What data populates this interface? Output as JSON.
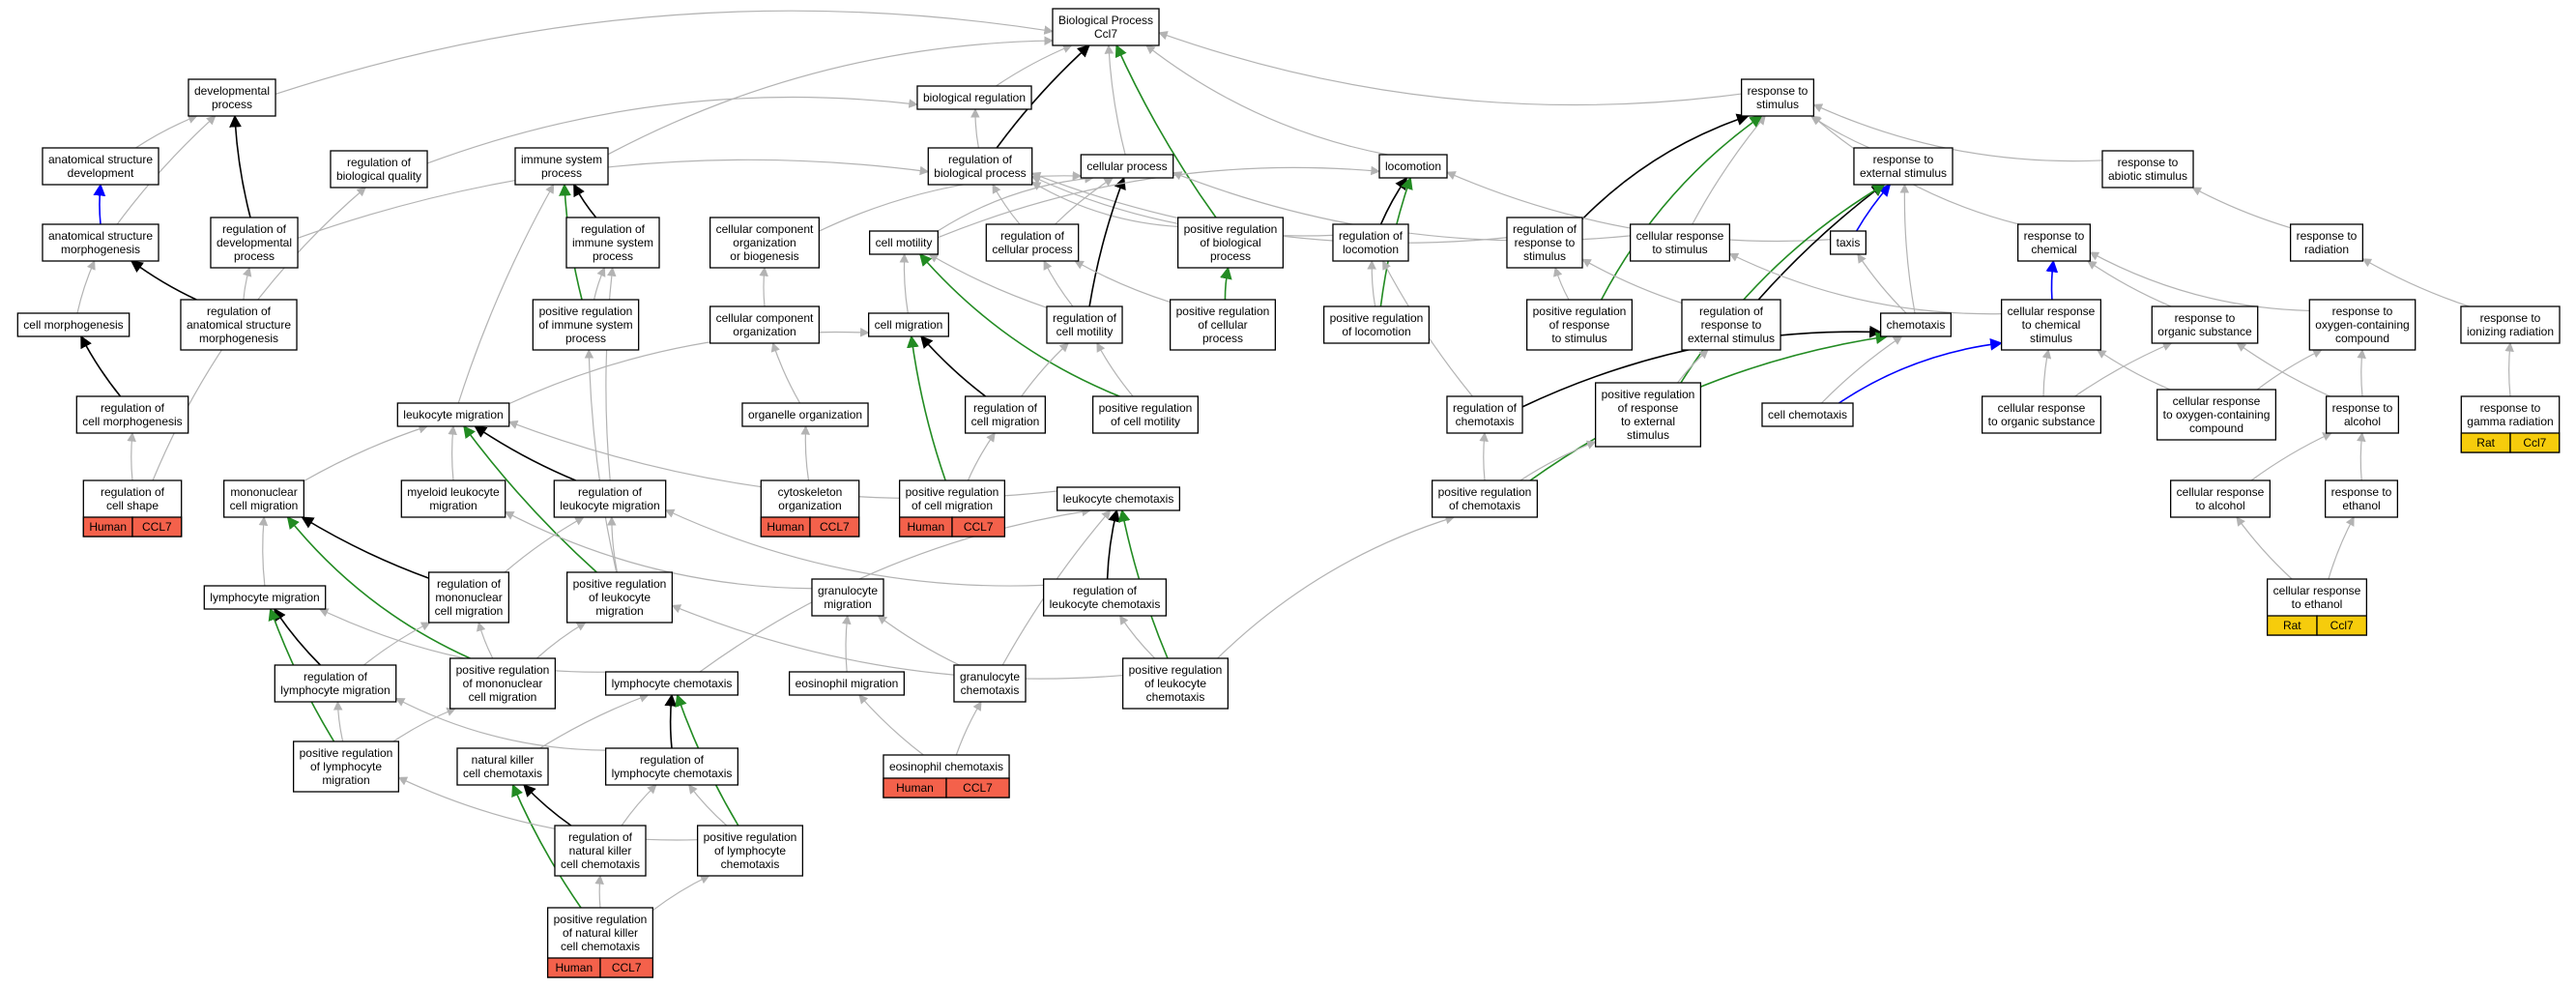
{
  "graph": {
    "nodes": [
      {
        "id": "bp",
        "lines": [
          "Biological Process",
          "Ccl7"
        ]
      },
      {
        "id": "dev",
        "lines": [
          "developmental",
          "process"
        ]
      },
      {
        "id": "breg",
        "lines": [
          "biological regulation"
        ]
      },
      {
        "id": "resp",
        "lines": [
          "response to",
          "stimulus"
        ]
      },
      {
        "id": "asdev",
        "lines": [
          "anatomical structure",
          "development"
        ]
      },
      {
        "id": "rbq",
        "lines": [
          "regulation of",
          "biological quality"
        ]
      },
      {
        "id": "isp",
        "lines": [
          "immune system",
          "process"
        ]
      },
      {
        "id": "rbp",
        "lines": [
          "regulation of",
          "biological process"
        ]
      },
      {
        "id": "cp",
        "lines": [
          "cellular process"
        ]
      },
      {
        "id": "loc",
        "lines": [
          "locomotion"
        ]
      },
      {
        "id": "res",
        "lines": [
          "response to",
          "external stimulus"
        ]
      },
      {
        "id": "ras",
        "lines": [
          "response to",
          "abiotic stimulus"
        ]
      },
      {
        "id": "asm",
        "lines": [
          "anatomical structure",
          "morphogenesis"
        ]
      },
      {
        "id": "rdp",
        "lines": [
          "regulation of",
          "developmental",
          "process"
        ]
      },
      {
        "id": "risp",
        "lines": [
          "regulation of",
          "immune system",
          "process"
        ]
      },
      {
        "id": "ccob",
        "lines": [
          "cellular component",
          "organization",
          "or biogenesis"
        ]
      },
      {
        "id": "cmot",
        "lines": [
          "cell motility"
        ]
      },
      {
        "id": "rcp",
        "lines": [
          "regulation of",
          "cellular process"
        ]
      },
      {
        "id": "prbp",
        "lines": [
          "positive regulation",
          "of biological",
          "process"
        ]
      },
      {
        "id": "rloc",
        "lines": [
          "regulation of",
          "locomotion"
        ]
      },
      {
        "id": "rrs",
        "lines": [
          "regulation of",
          "response to",
          "stimulus"
        ]
      },
      {
        "id": "crs",
        "lines": [
          "cellular response",
          "to stimulus"
        ]
      },
      {
        "id": "taxis",
        "lines": [
          "taxis"
        ]
      },
      {
        "id": "rchem",
        "lines": [
          "response to",
          "chemical"
        ]
      },
      {
        "id": "rrad",
        "lines": [
          "response to",
          "radiation"
        ]
      },
      {
        "id": "cmorph",
        "lines": [
          "cell morphogenesis"
        ]
      },
      {
        "id": "rasm",
        "lines": [
          "regulation of",
          "anatomical structure",
          "morphogenesis"
        ]
      },
      {
        "id": "prisp",
        "lines": [
          "positive regulation",
          "of immune system",
          "process"
        ]
      },
      {
        "id": "cco",
        "lines": [
          "cellular component",
          "organization"
        ]
      },
      {
        "id": "cmig",
        "lines": [
          "cell migration"
        ]
      },
      {
        "id": "rcm",
        "lines": [
          "regulation of",
          "cell motility"
        ]
      },
      {
        "id": "prcp",
        "lines": [
          "positive regulation",
          "of cellular",
          "process"
        ]
      },
      {
        "id": "prloc",
        "lines": [
          "positive regulation",
          "of locomotion"
        ]
      },
      {
        "id": "prrs",
        "lines": [
          "positive regulation",
          "of response",
          "to stimulus"
        ]
      },
      {
        "id": "rres",
        "lines": [
          "regulation of",
          "response to",
          "external stimulus"
        ]
      },
      {
        "id": "chemotaxis",
        "lines": [
          "chemotaxis"
        ]
      },
      {
        "id": "crcs",
        "lines": [
          "cellular response",
          "to chemical",
          "stimulus"
        ]
      },
      {
        "id": "ros",
        "lines": [
          "response to",
          "organic substance"
        ]
      },
      {
        "id": "rocc",
        "lines": [
          "response to",
          "oxygen-containing",
          "compound"
        ]
      },
      {
        "id": "rir",
        "lines": [
          "response to",
          "ionizing radiation"
        ]
      },
      {
        "id": "rcmorph",
        "lines": [
          "regulation of",
          "cell morphogenesis"
        ]
      },
      {
        "id": "lmig",
        "lines": [
          "leukocyte migration"
        ]
      },
      {
        "id": "oorg",
        "lines": [
          "organelle organization"
        ]
      },
      {
        "id": "rcmig",
        "lines": [
          "regulation of",
          "cell migration"
        ]
      },
      {
        "id": "prcm",
        "lines": [
          "positive regulation",
          "of cell motility"
        ]
      },
      {
        "id": "rchemo",
        "lines": [
          "regulation of",
          "chemotaxis"
        ]
      },
      {
        "id": "prres",
        "lines": [
          "positive regulation",
          "of response",
          "to external",
          "stimulus"
        ]
      },
      {
        "id": "cchemo",
        "lines": [
          "cell chemotaxis"
        ]
      },
      {
        "id": "cros",
        "lines": [
          "cellular response",
          "to organic substance"
        ]
      },
      {
        "id": "crocc",
        "lines": [
          "cellular response",
          "to oxygen-containing",
          "compound"
        ]
      },
      {
        "id": "ralc",
        "lines": [
          "response to",
          "alcohol"
        ]
      },
      {
        "id": "rgr",
        "lines": [
          "response to",
          "gamma radiation"
        ]
      },
      {
        "id": "rcs",
        "lines": [
          "regulation of",
          "cell shape"
        ]
      },
      {
        "id": "mcm",
        "lines": [
          "mononuclear",
          "cell migration"
        ]
      },
      {
        "id": "mlm",
        "lines": [
          "myeloid leukocyte",
          "migration"
        ]
      },
      {
        "id": "rlm",
        "lines": [
          "regulation of",
          "leukocyte migration"
        ]
      },
      {
        "id": "cyto",
        "lines": [
          "cytoskeleton",
          "organization"
        ]
      },
      {
        "id": "prcmig",
        "lines": [
          "positive regulation",
          "of cell migration"
        ]
      },
      {
        "id": "lchemo",
        "lines": [
          "leukocyte chemotaxis"
        ]
      },
      {
        "id": "prchemo",
        "lines": [
          "positive regulation",
          "of chemotaxis"
        ]
      },
      {
        "id": "cralc",
        "lines": [
          "cellular response",
          "to alcohol"
        ]
      },
      {
        "id": "reth",
        "lines": [
          "response to",
          "ethanol"
        ]
      },
      {
        "id": "lymig",
        "lines": [
          "lymphocyte migration"
        ]
      },
      {
        "id": "rmcm",
        "lines": [
          "regulation of",
          "mononuclear",
          "cell migration"
        ]
      },
      {
        "id": "prlm",
        "lines": [
          "positive regulation",
          "of leukocyte",
          "migration"
        ]
      },
      {
        "id": "gmig",
        "lines": [
          "granulocyte",
          "migration"
        ]
      },
      {
        "id": "rlc",
        "lines": [
          "regulation of",
          "leukocyte chemotaxis"
        ]
      },
      {
        "id": "creth",
        "lines": [
          "cellular response",
          "to ethanol"
        ]
      },
      {
        "id": "rlymig",
        "lines": [
          "regulation of",
          "lymphocyte migration"
        ]
      },
      {
        "id": "prmcm",
        "lines": [
          "positive regulation",
          "of mononuclear",
          "cell migration"
        ]
      },
      {
        "id": "lychemo",
        "lines": [
          "lymphocyte chemotaxis"
        ]
      },
      {
        "id": "emig",
        "lines": [
          "eosinophil migration"
        ]
      },
      {
        "id": "gchemo",
        "lines": [
          "granulocyte",
          "chemotaxis"
        ]
      },
      {
        "id": "prlc",
        "lines": [
          "positive regulation",
          "of leukocyte",
          "chemotaxis"
        ]
      },
      {
        "id": "prlymig",
        "lines": [
          "positive regulation",
          "of lymphocyte",
          "migration"
        ]
      },
      {
        "id": "nkcc",
        "lines": [
          "natural killer",
          "cell chemotaxis"
        ]
      },
      {
        "id": "rlyc",
        "lines": [
          "regulation of",
          "lymphocyte chemotaxis"
        ]
      },
      {
        "id": "echemo",
        "lines": [
          "eosinophil chemotaxis"
        ]
      },
      {
        "id": "rnkcc",
        "lines": [
          "regulation of",
          "natural killer",
          "cell chemotaxis"
        ]
      },
      {
        "id": "prlyc",
        "lines": [
          "positive regulation",
          "of lymphocyte",
          "chemotaxis"
        ]
      },
      {
        "id": "prnkcc",
        "lines": [
          "positive regulation",
          "of natural killer",
          "cell chemotaxis"
        ]
      }
    ],
    "annotations": [
      {
        "node": "rcs",
        "species": "Human",
        "gene": "CCL7",
        "color": "#f4614b"
      },
      {
        "node": "cyto",
        "species": "Human",
        "gene": "CCL7",
        "color": "#f4614b"
      },
      {
        "node": "prcmig",
        "species": "Human",
        "gene": "CCL7",
        "color": "#f4614b"
      },
      {
        "node": "echemo",
        "species": "Human",
        "gene": "CCL7",
        "color": "#f4614b"
      },
      {
        "node": "prnkcc",
        "species": "Human",
        "gene": "CCL7",
        "color": "#f4614b"
      },
      {
        "node": "rgr",
        "species": "Rat",
        "gene": "Ccl7",
        "color": "#f6cc0c"
      },
      {
        "node": "creth",
        "species": "Rat",
        "gene": "Ccl7",
        "color": "#f6cc0c"
      }
    ],
    "edges": [
      [
        "dev",
        "bp",
        "gray"
      ],
      [
        "breg",
        "bp",
        "gray"
      ],
      [
        "resp",
        "bp",
        "gray"
      ],
      [
        "isp",
        "bp",
        "gray"
      ],
      [
        "rbp",
        "bp",
        "black"
      ],
      [
        "cp",
        "bp",
        "gray"
      ],
      [
        "prbp",
        "bp",
        "green"
      ],
      [
        "loc",
        "bp",
        "gray"
      ],
      [
        "asdev",
        "dev",
        "gray"
      ],
      [
        "asm",
        "dev",
        "gray"
      ],
      [
        "rdp",
        "dev",
        "black"
      ],
      [
        "rbq",
        "breg",
        "gray"
      ],
      [
        "rbp",
        "breg",
        "gray"
      ],
      [
        "res",
        "resp",
        "gray"
      ],
      [
        "ras",
        "resp",
        "gray"
      ],
      [
        "rchem",
        "resp",
        "gray"
      ],
      [
        "rrs",
        "resp",
        "black"
      ],
      [
        "crs",
        "resp",
        "gray"
      ],
      [
        "prrs",
        "resp",
        "green"
      ],
      [
        "asm",
        "asdev",
        "blue"
      ],
      [
        "cmorph",
        "asm",
        "gray"
      ],
      [
        "rasm",
        "asm",
        "black"
      ],
      [
        "rdp",
        "rbp",
        "gray"
      ],
      [
        "rcp",
        "rbp",
        "gray"
      ],
      [
        "prbp",
        "rbp",
        "gray"
      ],
      [
        "rloc",
        "rbp",
        "gray"
      ],
      [
        "rrs",
        "rbp",
        "gray"
      ],
      [
        "rcm",
        "cp",
        "black"
      ],
      [
        "cmot",
        "cp",
        "gray"
      ],
      [
        "ccob",
        "cp",
        "gray"
      ],
      [
        "rcp",
        "cp",
        "gray"
      ],
      [
        "crs",
        "cp",
        "gray"
      ],
      [
        "rloc",
        "loc",
        "black"
      ],
      [
        "prloc",
        "loc",
        "green"
      ],
      [
        "cmot",
        "loc",
        "gray"
      ],
      [
        "taxis",
        "loc",
        "gray"
      ],
      [
        "taxis",
        "res",
        "blue"
      ],
      [
        "rres",
        "res",
        "black"
      ],
      [
        "prres",
        "res",
        "green"
      ],
      [
        "chemotaxis",
        "res",
        "gray"
      ],
      [
        "rrad",
        "ras",
        "gray"
      ],
      [
        "risp",
        "isp",
        "black"
      ],
      [
        "prisp",
        "isp",
        "green"
      ],
      [
        "lmig",
        "isp",
        "gray"
      ],
      [
        "rasm",
        "rdp",
        "gray"
      ],
      [
        "prisp",
        "risp",
        "gray"
      ],
      [
        "cco",
        "ccob",
        "gray"
      ],
      [
        "cmig",
        "cmot",
        "gray"
      ],
      [
        "rcm",
        "cmot",
        "gray"
      ],
      [
        "prcm",
        "cmot",
        "green"
      ],
      [
        "prcp",
        "rcp",
        "gray"
      ],
      [
        "rcm",
        "rcp",
        "gray"
      ],
      [
        "prcp",
        "prbp",
        "green"
      ],
      [
        "prloc",
        "rloc",
        "gray"
      ],
      [
        "rchemo",
        "rloc",
        "gray"
      ],
      [
        "prrs",
        "rrs",
        "gray"
      ],
      [
        "rres",
        "rrs",
        "gray"
      ],
      [
        "crcs",
        "crs",
        "gray"
      ],
      [
        "chemotaxis",
        "taxis",
        "gray"
      ],
      [
        "crcs",
        "rchem",
        "blue"
      ],
      [
        "ros",
        "rchem",
        "gray"
      ],
      [
        "rocc",
        "rchem",
        "gray"
      ],
      [
        "rir",
        "rrad",
        "gray"
      ],
      [
        "rcmorph",
        "cmorph",
        "black"
      ],
      [
        "rcs",
        "rcmorph",
        "gray"
      ],
      [
        "oorg",
        "cco",
        "gray"
      ],
      [
        "cyto",
        "oorg",
        "gray"
      ],
      [
        "rcmig",
        "cmig",
        "black"
      ],
      [
        "prcmig",
        "cmig",
        "green"
      ],
      [
        "lmig",
        "cmig",
        "gray"
      ],
      [
        "prcm",
        "rcm",
        "gray"
      ],
      [
        "rcmig",
        "rcm",
        "gray"
      ],
      [
        "rchemo",
        "chemotaxis",
        "black"
      ],
      [
        "cchemo",
        "chemotaxis",
        "gray"
      ],
      [
        "prchemo",
        "chemotaxis",
        "green"
      ],
      [
        "cchemo",
        "crcs",
        "blue"
      ],
      [
        "cros",
        "crcs",
        "gray"
      ],
      [
        "crocc",
        "crcs",
        "gray"
      ],
      [
        "cros",
        "ros",
        "gray"
      ],
      [
        "ralc",
        "ros",
        "gray"
      ],
      [
        "crocc",
        "rocc",
        "gray"
      ],
      [
        "ralc",
        "rocc",
        "gray"
      ],
      [
        "rgr",
        "rir",
        "gray"
      ],
      [
        "rlm",
        "lmig",
        "black"
      ],
      [
        "prlm",
        "lmig",
        "green"
      ],
      [
        "mlm",
        "lmig",
        "gray"
      ],
      [
        "mcm",
        "lmig",
        "gray"
      ],
      [
        "lchemo",
        "lmig",
        "gray"
      ],
      [
        "prcmig",
        "rcmig",
        "gray"
      ],
      [
        "prres",
        "rres",
        "gray"
      ],
      [
        "prchemo",
        "rchemo",
        "gray"
      ],
      [
        "prchemo",
        "prres",
        "gray"
      ],
      [
        "cralc",
        "ralc",
        "gray"
      ],
      [
        "reth",
        "ralc",
        "gray"
      ],
      [
        "creth",
        "cralc",
        "gray"
      ],
      [
        "creth",
        "reth",
        "gray"
      ],
      [
        "rmcm",
        "mcm",
        "black"
      ],
      [
        "prmcm",
        "mcm",
        "green"
      ],
      [
        "lymig",
        "mcm",
        "gray"
      ],
      [
        "prlm",
        "rlm",
        "gray"
      ],
      [
        "rmcm",
        "rlm",
        "gray"
      ],
      [
        "rlc",
        "lchemo",
        "black"
      ],
      [
        "prlc",
        "lchemo",
        "green"
      ],
      [
        "gchemo",
        "lchemo",
        "gray"
      ],
      [
        "lychemo",
        "lchemo",
        "gray"
      ],
      [
        "prlc",
        "prchemo",
        "gray"
      ],
      [
        "rlymig",
        "lymig",
        "black"
      ],
      [
        "prlymig",
        "lymig",
        "green"
      ],
      [
        "lychemo",
        "lymig",
        "gray"
      ],
      [
        "gmig",
        "mlm",
        "gray"
      ],
      [
        "emig",
        "gmig",
        "gray"
      ],
      [
        "gchemo",
        "gmig",
        "gray"
      ],
      [
        "echemo",
        "gchemo",
        "gray"
      ],
      [
        "echemo",
        "emig",
        "gray"
      ],
      [
        "rlyc",
        "lychemo",
        "black"
      ],
      [
        "prlyc",
        "lychemo",
        "green"
      ],
      [
        "nkcc",
        "lychemo",
        "gray"
      ],
      [
        "rnkcc",
        "nkcc",
        "black"
      ],
      [
        "prnkcc",
        "nkcc",
        "green"
      ],
      [
        "prnkcc",
        "rnkcc",
        "gray"
      ],
      [
        "prnkcc",
        "prlyc",
        "gray"
      ],
      [
        "prlyc",
        "rlyc",
        "gray"
      ],
      [
        "rnkcc",
        "rlyc",
        "gray"
      ],
      [
        "prlyc",
        "prlymig",
        "gray"
      ],
      [
        "prlymig",
        "rlymig",
        "gray"
      ],
      [
        "rlyc",
        "rlymig",
        "gray"
      ],
      [
        "prmcm",
        "rmcm",
        "gray"
      ],
      [
        "prlymig",
        "prmcm",
        "gray"
      ],
      [
        "rlymig",
        "rmcm",
        "gray"
      ],
      [
        "prmcm",
        "prlm",
        "gray"
      ],
      [
        "prlc",
        "prlm",
        "gray"
      ],
      [
        "rlc",
        "rlm",
        "gray"
      ],
      [
        "prlc",
        "rlc",
        "gray"
      ],
      [
        "prlm",
        "prisp",
        "gray"
      ],
      [
        "rlm",
        "risp",
        "gray"
      ],
      [
        "rcs",
        "rbq",
        "gray"
      ]
    ],
    "edge_colors": {
      "black": "#000000",
      "gray": "#b3b3b3",
      "green": "#228b22",
      "blue": "#0000ff"
    }
  }
}
